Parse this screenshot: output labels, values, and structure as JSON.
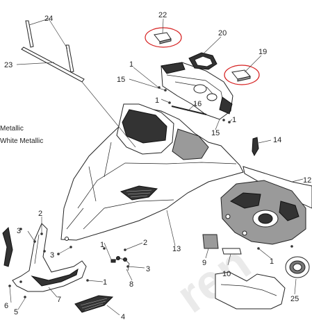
{
  "diagram": {
    "side_notes": [
      "Metallic",
      "White Metallic"
    ],
    "callouts": {
      "c1a": "1",
      "c1b": "1",
      "c1c": "1",
      "c1d": "1",
      "c1e": "1",
      "c2a": "2",
      "c2b": "2",
      "c3a": "3",
      "c3b": "3",
      "c3c": "3",
      "c4": "4",
      "c5": "5",
      "c6": "6",
      "c7": "7",
      "c8": "8",
      "c9": "9",
      "c10": "10",
      "c12": "12",
      "c13": "13",
      "c14": "14",
      "c15a": "15",
      "c15b": "15",
      "c16": "16",
      "c19": "19",
      "c20": "20",
      "c22": "22",
      "c23": "23",
      "c24": "24",
      "c25": "25"
    }
  }
}
